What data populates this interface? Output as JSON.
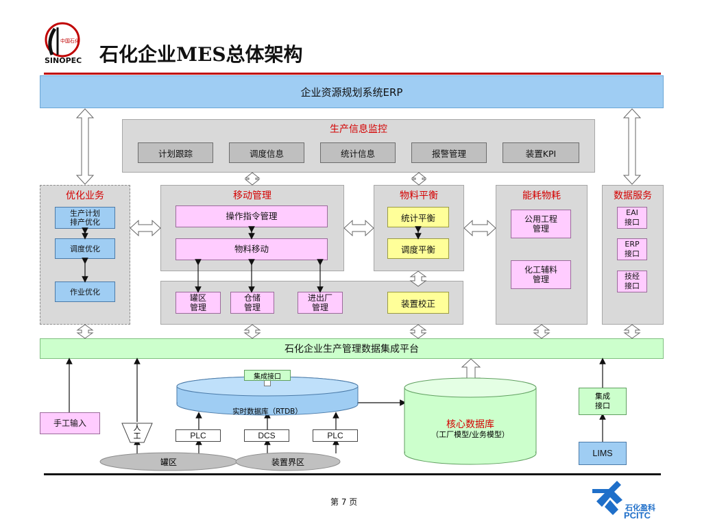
{
  "header": {
    "title": "石化企业MES总体架构",
    "logo_text": "SINOPEC",
    "logo_small": "中国石化"
  },
  "erp": "企业资源规划系统ERP",
  "monitor": {
    "title": "生产信息监控",
    "items": [
      "计划跟踪",
      "调度信息",
      "统计信息",
      "报警管理",
      "装置KPI"
    ]
  },
  "optimize": {
    "title": "优化业务",
    "items": [
      "生产计划排产优化",
      "调度优化",
      "作业优化"
    ],
    "item0_lines": [
      "生产计划",
      "排产优化"
    ]
  },
  "mobile": {
    "title": "移动管理",
    "op": "操作指令管理",
    "move": "物料移动",
    "tank": [
      "罐区",
      "管理"
    ],
    "store": [
      "仓储",
      "管理"
    ],
    "gate": [
      "进出厂",
      "管理"
    ],
    "calib": "装置校正"
  },
  "balance": {
    "title": "物料平衡",
    "stat": "统计平衡",
    "dispatch": "调度平衡"
  },
  "energy": {
    "title": "能耗物耗",
    "utility": [
      "公用工程",
      "管理"
    ],
    "chem": [
      "化工辅料",
      "管理"
    ]
  },
  "dataservice": {
    "title": "数据服务",
    "eai": [
      "EAI",
      "接口"
    ],
    "erp": [
      "ERP",
      "接口"
    ],
    "tech": [
      "技经",
      "接口"
    ]
  },
  "platform": "石化企业生产管理数据集成平台",
  "bottom": {
    "manual": "手工输入",
    "person": [
      "人",
      "工"
    ],
    "integ_iface": "集成接口",
    "rtdb": "实时数据库（RTDB）",
    "plc": "PLC",
    "dcs": "DCS",
    "tankarea": "罐区",
    "unitarea": "装置界区",
    "coredb": "核心数据库",
    "coredb_sub": "（工厂模型/业务模型）",
    "integ2": [
      "集成",
      "接口"
    ],
    "lims": "LIMS"
  },
  "footer": {
    "page": "第 7 页",
    "brand_cn": "石化盈科",
    "brand_en": "PCITC"
  },
  "colors": {
    "accent_red": "#c00000",
    "erp_blue": "#9fcdf3",
    "panel_gray": "#d9d9d9",
    "pink": "#ffccff",
    "yellow": "#ffff99",
    "green": "#ccffcc",
    "brand_blue": "#1f6fc9"
  }
}
